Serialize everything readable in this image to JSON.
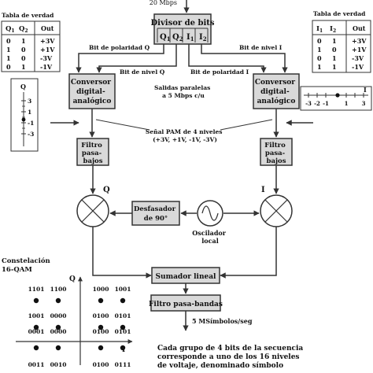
{
  "top_input": "20 Mbps",
  "divider": {
    "title": "Divisor de bits",
    "cells": [
      "Q",
      "Q",
      "I",
      "I"
    ],
    "subs": [
      "1",
      "2",
      "1",
      "2"
    ]
  },
  "bits": {
    "polarity_q": "Bit de polaridad Q",
    "level_q": "Bit de nivel Q",
    "level_i": "Bit de nivel I",
    "polarity_i": "Bit de polaridad I"
  },
  "parallel_outputs": [
    "Salidas paralelas",
    "a 5 Mbps c/u"
  ],
  "pam_note": [
    "Señal PAM de 4 niveles",
    "(+3V, +1V, -1V, -3V)"
  ],
  "dac_left": [
    "Conversor",
    "digital-",
    "analógico"
  ],
  "dac_right": [
    "Conversor",
    "digital-",
    "analógico"
  ],
  "filter_left": [
    "Filtro",
    "pasa-",
    "bajos"
  ],
  "filter_right": [
    "Filtro",
    "pasa-",
    "bajos"
  ],
  "phase_shifter": [
    "Desfasador",
    "de 90°"
  ],
  "oscillator": [
    "Oscilador",
    "local"
  ],
  "mixer_q_label": "Q",
  "mixer_i_label": "I",
  "adder": "Sumador lineal",
  "bandpass": "Filtro pasa-bandas",
  "output_rate": "5 MSímbolos/seg",
  "caption": [
    "Cada grupo de 4 bits de la secuencia",
    "corresponde a uno de los 16 niveles",
    "de voltaje, denominado símbolo"
  ],
  "truth_table_q": {
    "title": "Tabla de verdad",
    "headers": [
      "Q",
      "Q",
      "Out"
    ],
    "subs": [
      "1",
      "2"
    ],
    "rows": [
      [
        "0",
        "1",
        "+3V"
      ],
      [
        "1",
        "0",
        "+1V"
      ],
      [
        "1",
        "0",
        "-3V"
      ],
      [
        "0",
        "1",
        "-1V"
      ]
    ]
  },
  "truth_table_i": {
    "title": "Tabla de verdad",
    "headers": [
      "I",
      "I",
      "Out"
    ],
    "subs": [
      "1",
      "2"
    ],
    "rows": [
      [
        "0",
        "1",
        "+3V"
      ],
      [
        "1",
        "0",
        "+1V"
      ],
      [
        "0",
        "1",
        "-3V"
      ],
      [
        "1",
        "1",
        "-1V"
      ]
    ]
  },
  "q_scale": {
    "axis": "Q",
    "ticks": [
      "3",
      "1",
      "-1",
      "-3"
    ]
  },
  "i_scale": {
    "axis": "I",
    "ticks": [
      "-3",
      "-2",
      "-1",
      "1",
      "3"
    ]
  },
  "constellation": {
    "title": [
      "Constelación",
      "16-QAM"
    ],
    "axis_q": "Q",
    "axis_i": "I",
    "rows": [
      [
        "1101",
        "1100",
        "1000",
        "1001"
      ],
      [
        "1001",
        "0000",
        "0100",
        "0101"
      ],
      [
        "0001",
        "0000",
        "0100",
        "0101"
      ]
    ],
    "bottom_row": [
      "0011",
      "0010",
      "0100",
      "0111"
    ]
  },
  "colors": {
    "line": "#333333",
    "box_fill": "#d9d9d9",
    "box_stroke": "#333333"
  }
}
